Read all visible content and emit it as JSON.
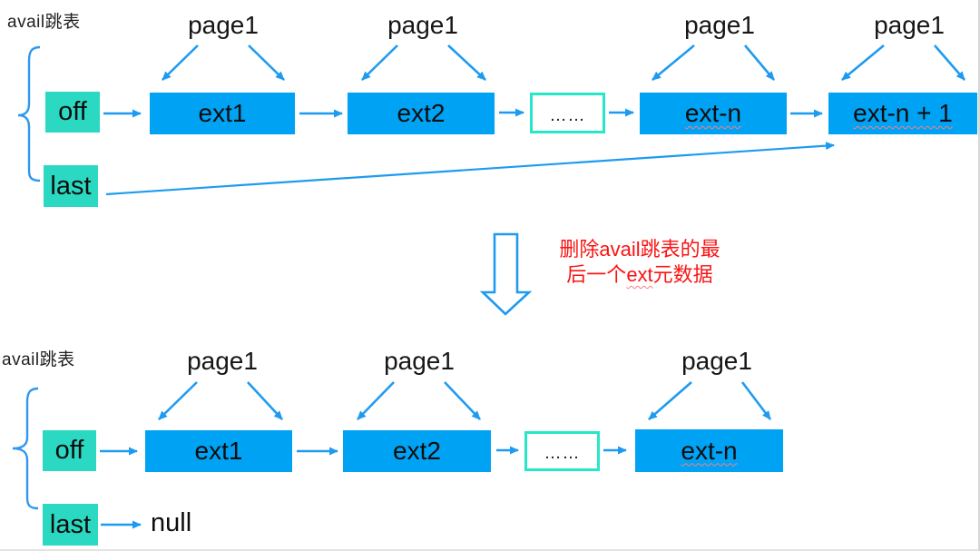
{
  "colors": {
    "node_blue": "#00a2f4",
    "pointer_teal": "#2bd9c2",
    "dots_border_mint": "#25e8c9",
    "arrow_blue": "#1e9bf0",
    "caption_red": "#fa1414",
    "text_black": "#111111"
  },
  "top": {
    "title": "avail跳表",
    "off": "off",
    "last": "last",
    "page_labels": [
      "page1",
      "page1",
      "page1",
      "page1"
    ],
    "nodes": [
      "ext1",
      "ext2",
      "……",
      "ext-n",
      "ext-n + 1"
    ]
  },
  "transition": {
    "line1": "删除avail跳表的最",
    "line2_pre": "后一个",
    "line2_word": "ext",
    "line2_post": "元数据"
  },
  "bottom": {
    "title": "avail跳表",
    "off": "off",
    "last": "last",
    "null_value": "null",
    "page_labels": [
      "page1",
      "page1",
      "page1"
    ],
    "nodes": [
      "ext1",
      "ext2",
      "……",
      "ext-n"
    ]
  }
}
